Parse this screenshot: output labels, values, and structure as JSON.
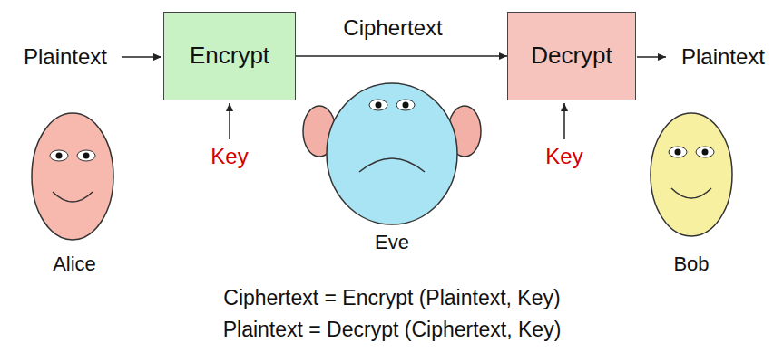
{
  "diagram": {
    "nodes": [
      {
        "text": [
          "Encrypt"
        ]
      },
      {
        "text": [
          "Decrypt"
        ]
      }
    ],
    "edges": [
      {
        "from": 0,
        "to": 1,
        "label": "Ciphertext",
        "arrow": "to"
      }
    ],
    "labels": [
      "Plaintext",
      "Plaintext",
      "Key",
      "Key",
      "Alice",
      "Eve",
      "Bob",
      "Ciphertext = Encrypt (Plaintext, Key)",
      "Plaintext = Decrypt (Ciphertext, Key)"
    ]
  }
}
